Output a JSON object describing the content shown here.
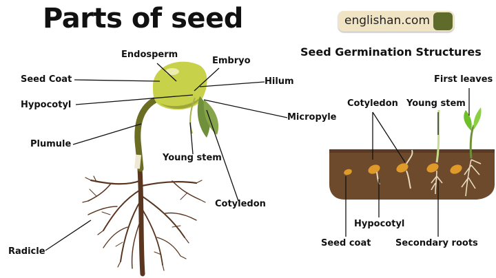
{
  "title": "Parts of seed",
  "brand": {
    "text": "englishan.com",
    "icon": "search-icon"
  },
  "subtitle": "Seed Germination Structures",
  "left_labels": {
    "endosperm": "Endosperm",
    "embryo": "Embryo",
    "seed_coat": "Seed Coat",
    "hilum": "Hilum",
    "hypocotyl": "Hypocotyl",
    "micropyle": "Micropyle",
    "plumule": "Plumule",
    "young_stem": "Young stem",
    "cotyledon": "Cotyledon",
    "radicle": "Radicle"
  },
  "right_labels": {
    "cotyledon": "Cotyledon",
    "young_stem": "Young stem",
    "first_leaves": "First leaves",
    "hypocotyl": "Hypocotyl",
    "seed_coat": "Seed coat",
    "secondary_roots": "Secondary roots"
  },
  "colors": {
    "seed": "#c8d14a",
    "stem": "#6b6e22",
    "root": "#5a3620",
    "soil": "#6e4a2c",
    "leaf": "#6f8f3a",
    "brand_bg": "#f1e4c4",
    "brand_button": "#5f6b2a"
  }
}
